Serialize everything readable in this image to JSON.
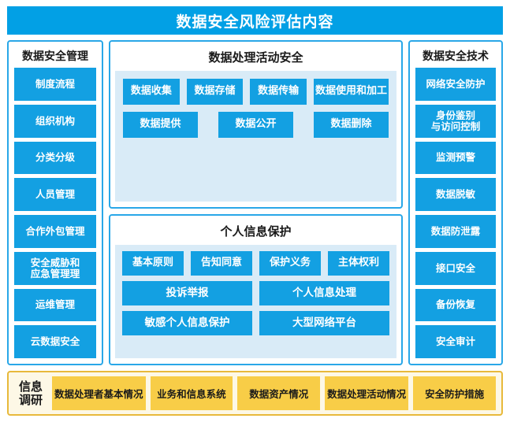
{
  "title": "数据安全风险评估内容",
  "theme": {
    "banner_blue": "#02A0E5",
    "chip_blue": "#13A0E2",
    "panel_border_blue": "#29A7E8",
    "inner_panel_blue": "#D9EBF7",
    "survey_gold": "#F8CD47",
    "survey_border": "#E8B93B",
    "survey_bg": "#FDF8E6"
  },
  "left_column": {
    "heading": "数据安全管理",
    "items": [
      {
        "label": "制度流程"
      },
      {
        "label": "组织机构"
      },
      {
        "label": "分类分级"
      },
      {
        "label": "人员管理"
      },
      {
        "label": "合作外包管理"
      },
      {
        "label": "安全威胁和\n应急管理理"
      },
      {
        "label": "运维管理"
      },
      {
        "label": "云数据安全"
      }
    ]
  },
  "center_column": {
    "activity_panel": {
      "heading": "数据处理活动安全",
      "row1": [
        {
          "label": "数据收集"
        },
        {
          "label": "数据存储"
        },
        {
          "label": "数据传输"
        },
        {
          "label": "数据使用和加工"
        }
      ],
      "row2": [
        {
          "label": "数据提供"
        },
        {
          "label": "数据公开"
        },
        {
          "label": "数据删除"
        }
      ]
    },
    "privacy_panel": {
      "heading": "个人信息保护",
      "row1": [
        {
          "label": "基本原则"
        },
        {
          "label": "告知同意"
        },
        {
          "label": "保护义务"
        },
        {
          "label": "主体权利"
        }
      ],
      "row2": [
        {
          "label": "投诉举报"
        },
        {
          "label": "个人信息处理"
        }
      ],
      "row3": [
        {
          "label": "敏感个人信息保护"
        },
        {
          "label": "大型网络平台"
        }
      ]
    }
  },
  "right_column": {
    "heading": "数据安全技术",
    "items": [
      {
        "label": "网络安全防护"
      },
      {
        "label": "身份鉴别\n与访问控制"
      },
      {
        "label": "监测预警"
      },
      {
        "label": "数据脱敏"
      },
      {
        "label": "数据防泄露"
      },
      {
        "label": "接口安全"
      },
      {
        "label": "备份恢复"
      },
      {
        "label": "安全审计"
      }
    ]
  },
  "survey_bar": {
    "label": "信息\n调研",
    "items": [
      {
        "label": "数据处理者基本情况"
      },
      {
        "label": "业务和信息系统"
      },
      {
        "label": "数据资产情况"
      },
      {
        "label": "数据处理活动情况"
      },
      {
        "label": "安全防护措施"
      }
    ]
  }
}
